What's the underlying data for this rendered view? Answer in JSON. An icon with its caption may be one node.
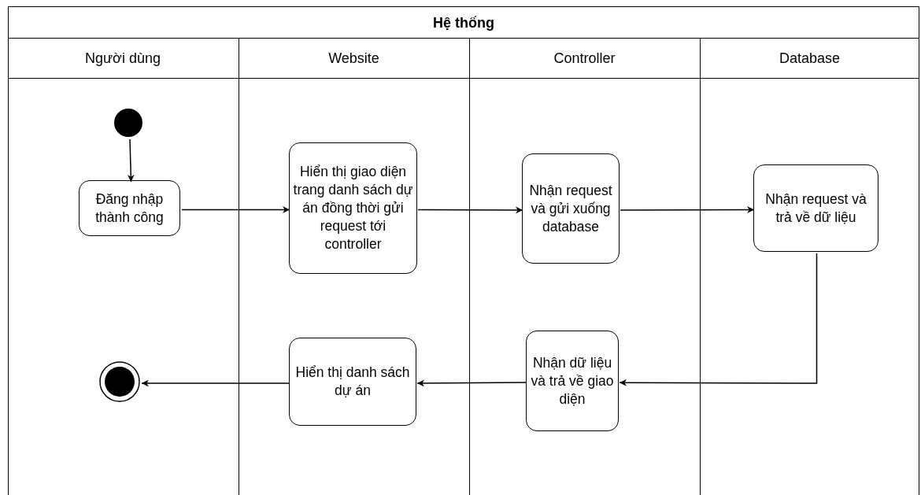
{
  "diagram": {
    "nodes": [
      {
        "text": [
          "Hệ thống"
        ]
      },
      {
        "text": [
          "Người dùng"
        ],
        "in": 0
      },
      {
        "text": [
          "Website"
        ],
        "in": 0
      },
      {
        "text": [
          "Controller"
        ],
        "in": 0
      },
      {
        "text": [
          "Database"
        ],
        "in": 0
      },
      {
        "text": [],
        "shape": "circle",
        "in": 1
      },
      {
        "text": [
          "Đăng nhập thành công"
        ],
        "in": 1
      },
      {
        "text": [
          "Hiển thị giao diện trang danh sách dự án đồng thời gửi request tới controller"
        ],
        "in": 2
      },
      {
        "text": [
          "Nhận request và gửi xuống database"
        ],
        "in": 3
      },
      {
        "text": [
          "Nhận request và trả về dữ liệu"
        ],
        "in": 4
      },
      {
        "text": [
          "Nhận dữ liệu và trả về giao diện"
        ],
        "in": 3
      },
      {
        "text": [
          "Hiển thị danh sách dự án"
        ],
        "in": 2
      },
      {
        "text": [],
        "shape": "bullseye",
        "in": 1
      }
    ],
    "edges": [
      {
        "from": 5,
        "to": 6,
        "arrow": "to"
      },
      {
        "from": 6,
        "to": 7,
        "arrow": "to"
      },
      {
        "from": 7,
        "to": 8,
        "arrow": "to"
      },
      {
        "from": 8,
        "to": 9,
        "arrow": "to"
      },
      {
        "from": 9,
        "to": 10,
        "arrow": "to"
      },
      {
        "from": 10,
        "to": 11,
        "arrow": "to"
      },
      {
        "from": 11,
        "to": 12,
        "arrow": "to"
      }
    ]
  }
}
